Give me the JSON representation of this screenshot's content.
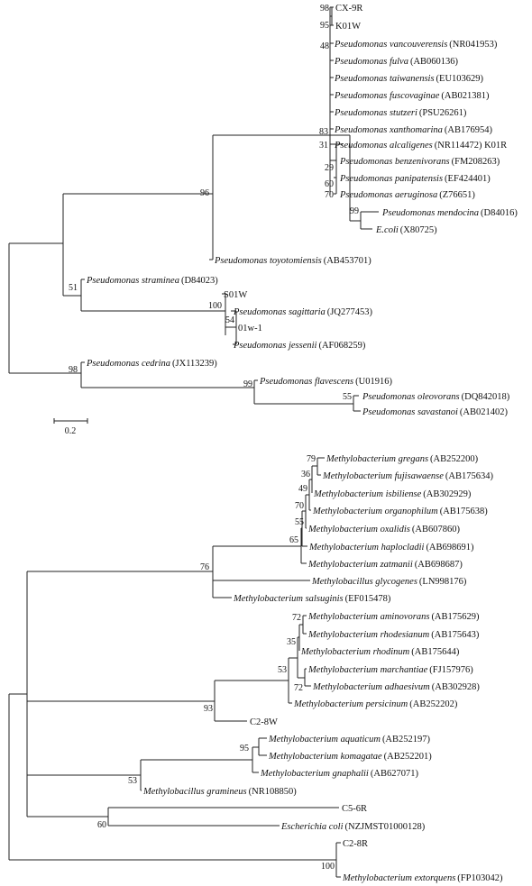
{
  "tree1": {
    "leaves": {
      "cx9r": {
        "id": "CX-9R",
        "acc": ""
      },
      "k01w": {
        "id": "K01W",
        "acc": ""
      },
      "vanc": {
        "sp": "Pseudomonas vancouverensis",
        "acc": "(NR041953)"
      },
      "fulv": {
        "sp": "Pseudomonas fulva",
        "acc": "(AB060136)"
      },
      "taiw": {
        "sp": "Pseudomonas taiwanensis",
        "acc": "(EU103629)"
      },
      "fusc": {
        "sp": "Pseudomonas fuscovaginae",
        "acc": "(AB021381)"
      },
      "stut": {
        "sp": "Pseudomonas stutzeri",
        "acc": "(PSU26261)"
      },
      "xant": {
        "sp": "Pseudomonas xanthomarina",
        "acc": "(AB176954)"
      },
      "alca": {
        "sp": "Pseudomonas alcaligenes",
        "acc": "(NR114472) K01R"
      },
      "benz": {
        "sp": "Pseudomonas benzenivorans",
        "acc": "(FM208263)"
      },
      "pani": {
        "sp": "Pseudomonas panipatensis",
        "acc": "(EF424401)"
      },
      "aeru": {
        "sp": "Pseudomonas aeruginosa",
        "acc": "(Z76651)"
      },
      "mend": {
        "sp": "Pseudomonas mendocina",
        "acc": "(D84016)"
      },
      "ecol": {
        "sp": "E.coli",
        "acc": "(X80725)"
      },
      "toyo": {
        "sp": "Pseudomonas toyotomiensis",
        "acc": "(AB453701)"
      },
      "stra": {
        "sp": "Pseudomonas straminea",
        "acc": "(D84023)"
      },
      "s01w": {
        "id": "S01W",
        "acc": ""
      },
      "sagi": {
        "sp": "Pseudomonas sagittaria",
        "acc": "(JQ277453)"
      },
      "w01": {
        "id": "01w-1",
        "acc": ""
      },
      "jess": {
        "sp": "Pseudomonas jessenii",
        "acc": "(AF068259)"
      },
      "cedr": {
        "sp": "Pseudomonas cedrina",
        "acc": "(JX113239)"
      },
      "flav": {
        "sp": "Pseudomonas flavescens",
        "acc": "(U01916)"
      },
      "oleo": {
        "sp": "Pseudomonas oleovorans",
        "acc": "(DQ842018)"
      },
      "sava": {
        "sp": "Pseudomonas savastanoi",
        "acc": "(AB021402)"
      }
    },
    "bootstrap": {
      "b98": "98",
      "b95": "95",
      "b48": "48",
      "b83": "83",
      "b31": "31",
      "b29": "29",
      "b60": "60",
      "b70": "70",
      "b99a": "99",
      "b96": "96",
      "b51": "51",
      "b100": "100",
      "b54": "54",
      "b98b": "98",
      "b99b": "99",
      "b55": "55"
    },
    "scale_label": "0.2"
  },
  "tree2": {
    "leaves": {
      "greg": {
        "sp": "Methylobacterium gregans",
        "acc": "(AB252200)"
      },
      "fuji": {
        "sp": "Methylobacterium fujisawaense",
        "acc": "(AB175634)"
      },
      "isbi": {
        "sp": "Methylobacterium isbiliense",
        "acc": "(AB302929)"
      },
      "orga": {
        "sp": "Methylobacterium organophilum",
        "acc": "(AB175638)"
      },
      "oxal": {
        "sp": "Methylobacterium oxalidis",
        "acc": "(AB607860)"
      },
      "hapl": {
        "sp": "Methylobacterium haplocladii",
        "acc": "(AB698691)"
      },
      "zatm": {
        "sp": "Methylobacterium zatmanii",
        "acc": "(AB698687)"
      },
      "glyc": {
        "sp": "Methylobacillus glycogenes",
        "acc": "(LN998176)"
      },
      "sals": {
        "sp": "Methylobacterium salsuginis",
        "acc": "(EF015478)"
      },
      "amin": {
        "sp": "Methylobacterium aminovorans",
        "acc": "(AB175629)"
      },
      "rhod": {
        "sp": "Methylobacterium rhodesianum",
        "acc": "(AB175643)"
      },
      "rhdn": {
        "sp": "Methylobacterium rhodinum",
        "acc": "(AB175644)"
      },
      "marc": {
        "sp": "Methylobacterium marchantiae",
        "acc": "(FJ157976)"
      },
      "adha": {
        "sp": "Methylobacterium adhaesivum",
        "acc": "(AB302928)"
      },
      "pers": {
        "sp": "Methylobacterium persicinum",
        "acc": "(AB252202)"
      },
      "c28w": {
        "id": "C2-8W",
        "acc": ""
      },
      "aqua": {
        "sp": "Methylobacterium aquaticum",
        "acc": "(AB252197)"
      },
      "koma": {
        "sp": "Methylobacterium komagatae",
        "acc": "(AB252201)"
      },
      "gnap": {
        "sp": "Methylobacterium gnaphalii",
        "acc": "(AB627071)"
      },
      "gram": {
        "sp": "Methylobacillus gramineus",
        "acc": "(NR108850)"
      },
      "c56r": {
        "id": "C5-6R",
        "acc": ""
      },
      "esch": {
        "sp": "Escherichia coli",
        "acc": "(NZJMST01000128)"
      },
      "c28r": {
        "id": "C2-8R",
        "acc": ""
      },
      "extr": {
        "sp": "Methylobacterium extorquens",
        "acc": "(FP103042)"
      }
    },
    "bootstrap": {
      "b79": "79",
      "b36": "36",
      "b49": "49",
      "b70": "70",
      "b55": "55",
      "b65": "65",
      "b76": "76",
      "b72a": "72",
      "b35": "35",
      "b53a": "53",
      "b72b": "72",
      "b93": "93",
      "b95": "95",
      "b53b": "53",
      "b60": "60",
      "b100": "100"
    }
  }
}
